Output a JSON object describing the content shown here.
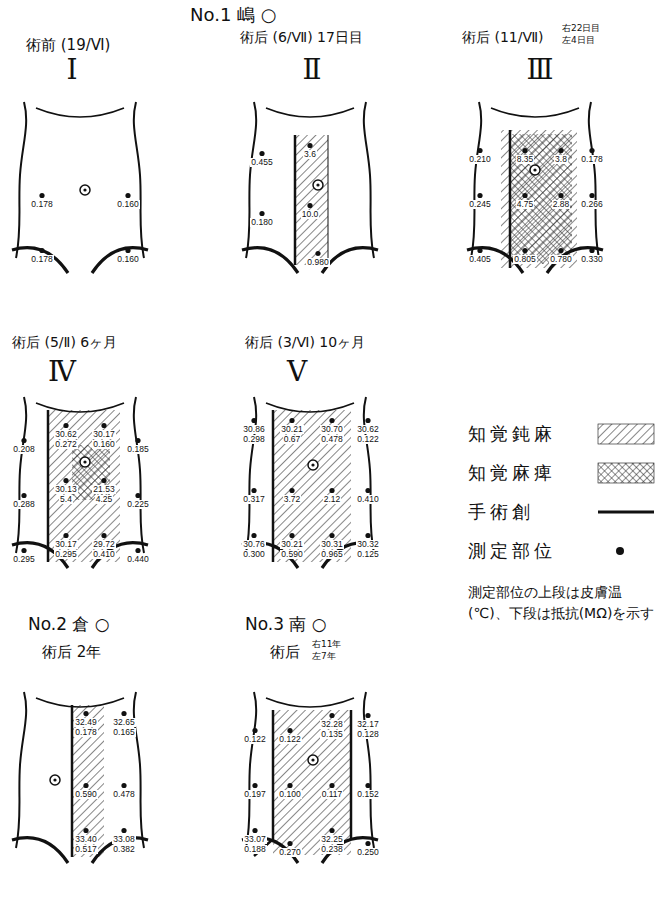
{
  "diagram": {
    "labels": [
      "No.1 嶋 ○",
      "術前 (19/Ⅵ)",
      "Ⅰ",
      "術后 (6/Ⅶ) 17日目",
      "Ⅱ",
      "術后 (11/Ⅶ)",
      "右22日目",
      "左4日目",
      "Ⅲ",
      "術后 (5/Ⅱ) 6ヶ月",
      "Ⅳ",
      "術后 (3/Ⅵ) 10ヶ月",
      "Ⅴ",
      "No.2 倉 ○",
      "術后 2年",
      "No.3 南 ○",
      "術后",
      "右11年",
      "左7年",
      "0.178",
      "0.160",
      "0.178",
      "0.160",
      "0.455",
      "3.6",
      "0.180",
      "10.0",
      "0.980",
      "0.210",
      "8.35",
      "3.8",
      "0.178",
      "0.245",
      "4.75",
      "2.88",
      "0.266",
      "0.405",
      "0.805",
      "0.780",
      "0.330",
      "0.208",
      "30.62",
      "0.272",
      "30.17",
      "0.160",
      "0.185",
      "0.288",
      "30.13",
      "5.4",
      "21.53",
      "4.25",
      "0.225",
      "0.295",
      "30.17",
      "0.295",
      "29.72",
      "0.410",
      "0.440",
      "30.86",
      "0.298",
      "30.21",
      "0.67",
      "30.70",
      "0.478",
      "30.62",
      "0.122",
      "0.317",
      "3.72",
      "2.12",
      "0.410",
      "30.76",
      "0.300",
      "30.21",
      "0.590",
      "30.31",
      "0.965",
      "30.32",
      "0.125",
      "32.49",
      "0.178",
      "32.65",
      "0.165",
      "0.590",
      "0.478",
      "33.40",
      "0.517",
      "33.08",
      "0.382",
      "0.122",
      "0.122",
      "32.28",
      "0.135",
      "32.17",
      "0.128",
      "0.197",
      "0.100",
      "0.117",
      "0.152",
      "33.07",
      "0.188",
      "0.270",
      "32.25",
      "0.238",
      "0.250",
      "測定部位の上段は皮膚温(℃)、下段は抵抗(MΩ)を示す"
    ],
    "legend": [
      {
        "text": "知覚鈍麻"
      },
      {
        "text": "知覚麻痺"
      },
      {
        "text": "手術創"
      },
      {
        "text": "測定部位"
      }
    ]
  }
}
